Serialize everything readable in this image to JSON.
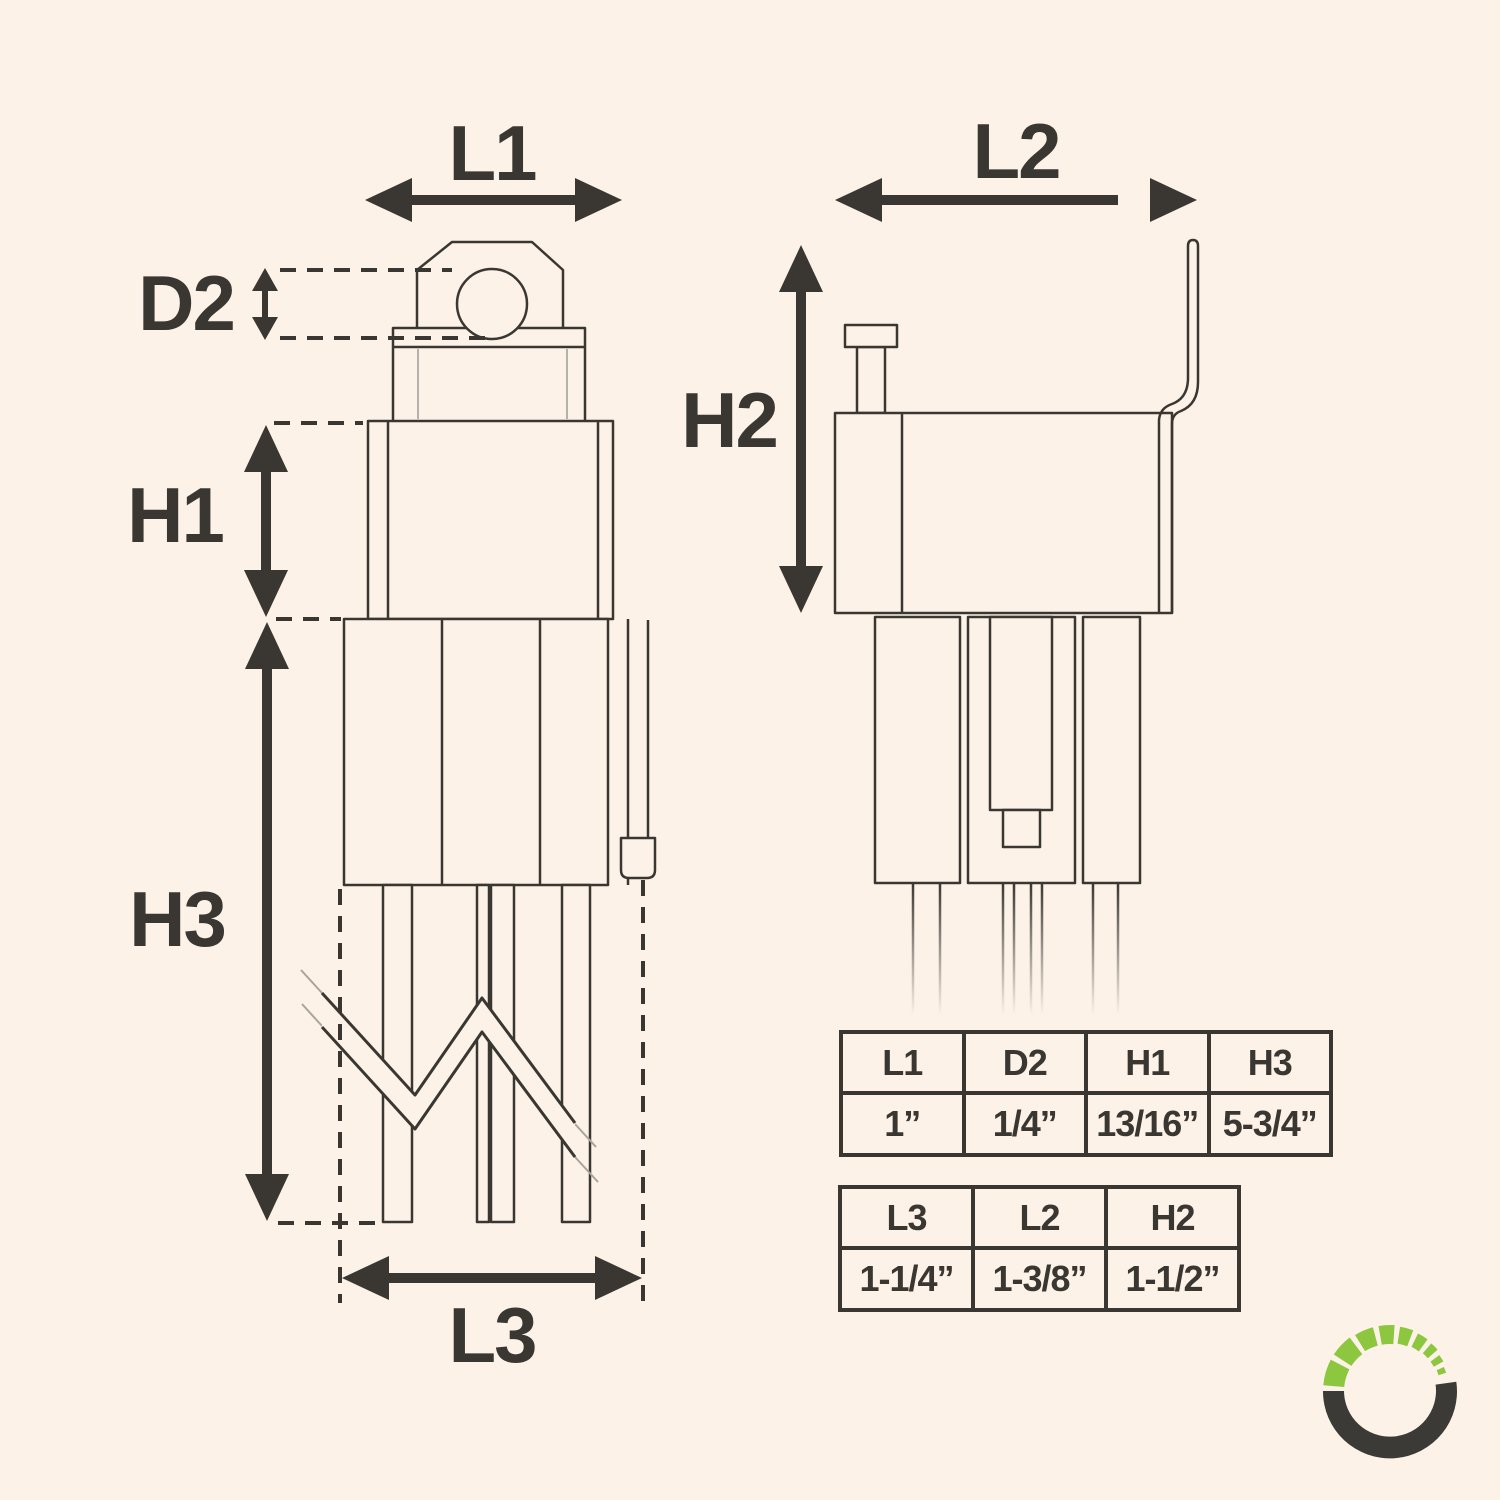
{
  "page": {
    "background_color": "#fcf2e7",
    "ink_color": "#3a3733",
    "light_line_color": "#b5b1a9"
  },
  "front_view": {
    "l1_label": "L1",
    "d2_label": "D2",
    "h1_label": "H1",
    "h3_label": "H3",
    "l3_label": "L3"
  },
  "side_view": {
    "l2_label": "L2",
    "h2_label": "H2"
  },
  "tables": [
    {
      "headers": [
        "L1",
        "D2",
        "H1",
        "H3"
      ],
      "values": [
        "1”",
        "1/4”",
        "13/16”",
        "5-3/4”"
      ]
    },
    {
      "headers": [
        "L3",
        "L2",
        "H2"
      ],
      "values": [
        "1-1/4”",
        "1-3/8”",
        "1-1/2”"
      ]
    }
  ],
  "logo": {
    "green": "#8dc63f",
    "dark": "#3b3a36"
  }
}
